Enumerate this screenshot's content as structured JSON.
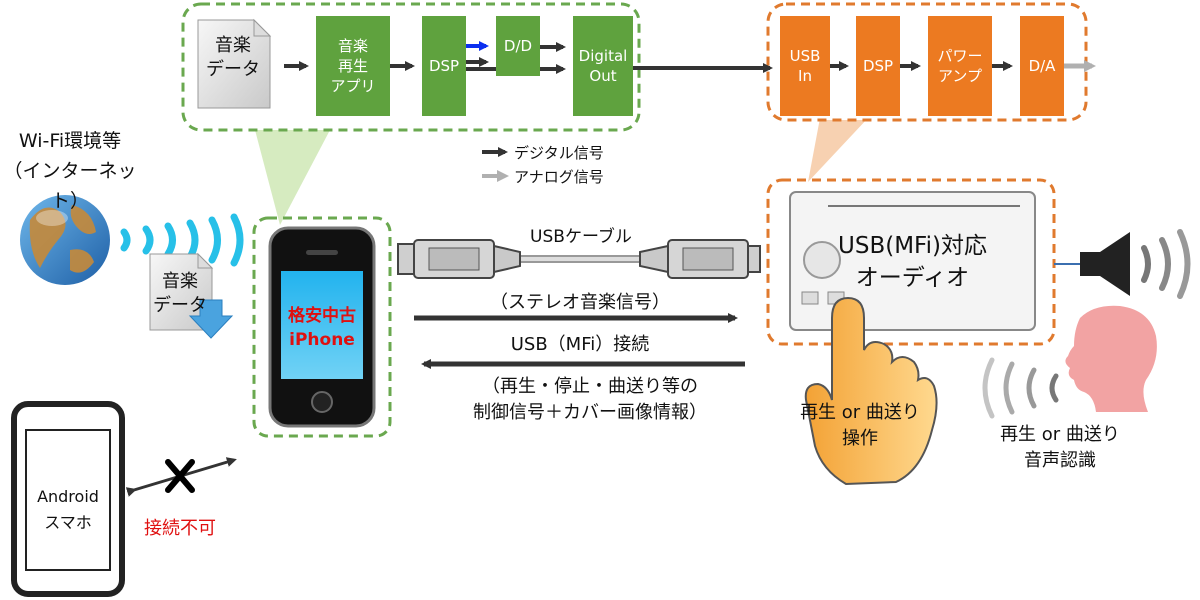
{
  "upper_pipeline": {
    "music_data_file": "音楽\nデータ",
    "music_player_app": "音楽\n再生\nアプリ",
    "dsp": "DSP",
    "dd": "D/D",
    "digital_out": "Digital\nOut"
  },
  "audio_pipeline": {
    "usb_in": "USB\nIn",
    "dsp": "DSP",
    "power_amp": "パワー\nアンプ",
    "da": "D/A"
  },
  "legend": {
    "digital": "デジタル信号",
    "analog": "アナログ信号"
  },
  "internet": {
    "label": "Wi-Fi環境等\n（インターネット）",
    "download_file": "音楽\nデータ"
  },
  "iphone": {
    "label": "格安中古\niPhone"
  },
  "usb_cable": {
    "label": "USBケーブル"
  },
  "connection": {
    "forward_label": "（ステレオ音楽信号）",
    "connection_label": "USB（MFi）接続",
    "backward_label": "（再生・停止・曲送り等の\n制御信号＋カバー画像情報）"
  },
  "audio_unit": {
    "label": "USB(MFi)対応\nオーディオ"
  },
  "finger_operation": {
    "label": "再生 or 曲送り\n操作"
  },
  "voice": {
    "label": "再生 or 曲送り\n音声認識"
  },
  "android": {
    "label": "Android\nスマホ",
    "status": "接続不可"
  },
  "colors": {
    "green_block": "#5fa23e",
    "orange_block": "#ec7a21",
    "green_dash": "#6aa84f",
    "orange_dash": "#e07a2e",
    "red_text": "#e01010",
    "arrow_dark": "#333333",
    "arrow_light": "#b0b0b0",
    "arrow_blue": "#0b2ff0",
    "cyan_waves": "#27c0e8"
  }
}
